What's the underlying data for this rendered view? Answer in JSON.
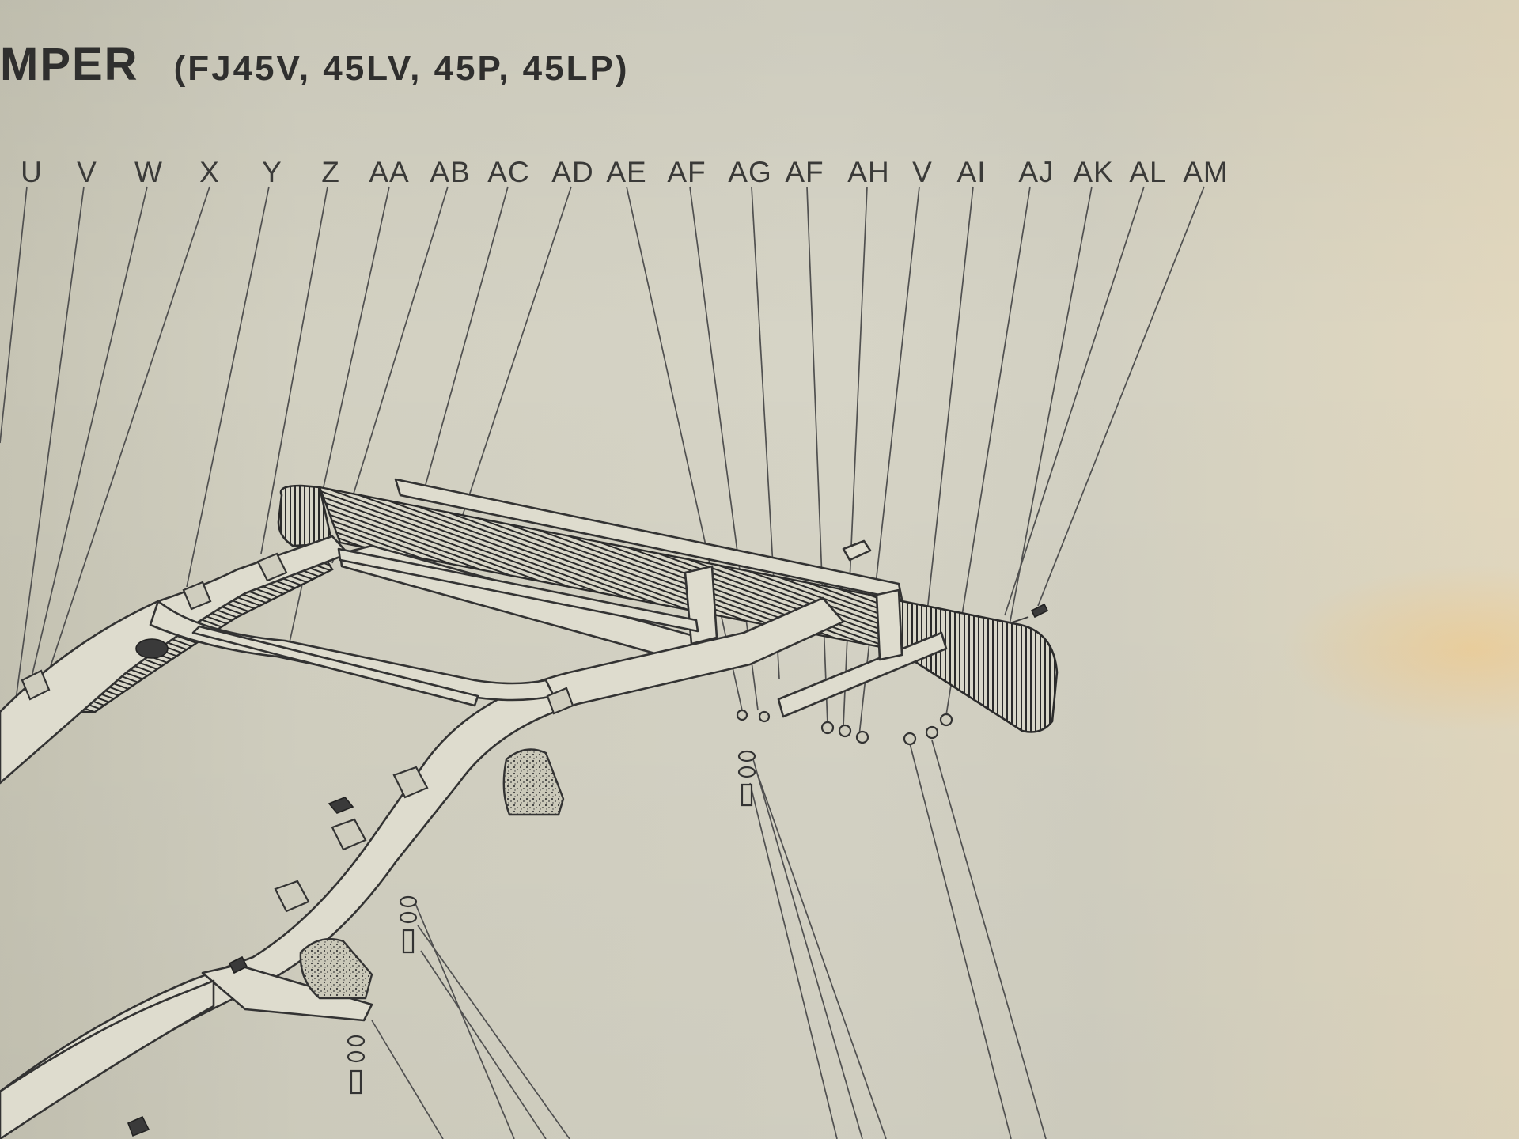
{
  "diagram": {
    "title": "MPER",
    "models": "(FJ45V, 45LV, 45P, 45LP)",
    "callouts": [
      "U",
      "V",
      "W",
      "X",
      "Y",
      "Z",
      "AA",
      "AB",
      "AC",
      "AD",
      "AE",
      "AF",
      "AG",
      "AF",
      "AH",
      "V",
      "AI",
      "AJ",
      "AK",
      "AL",
      "AM"
    ]
  }
}
